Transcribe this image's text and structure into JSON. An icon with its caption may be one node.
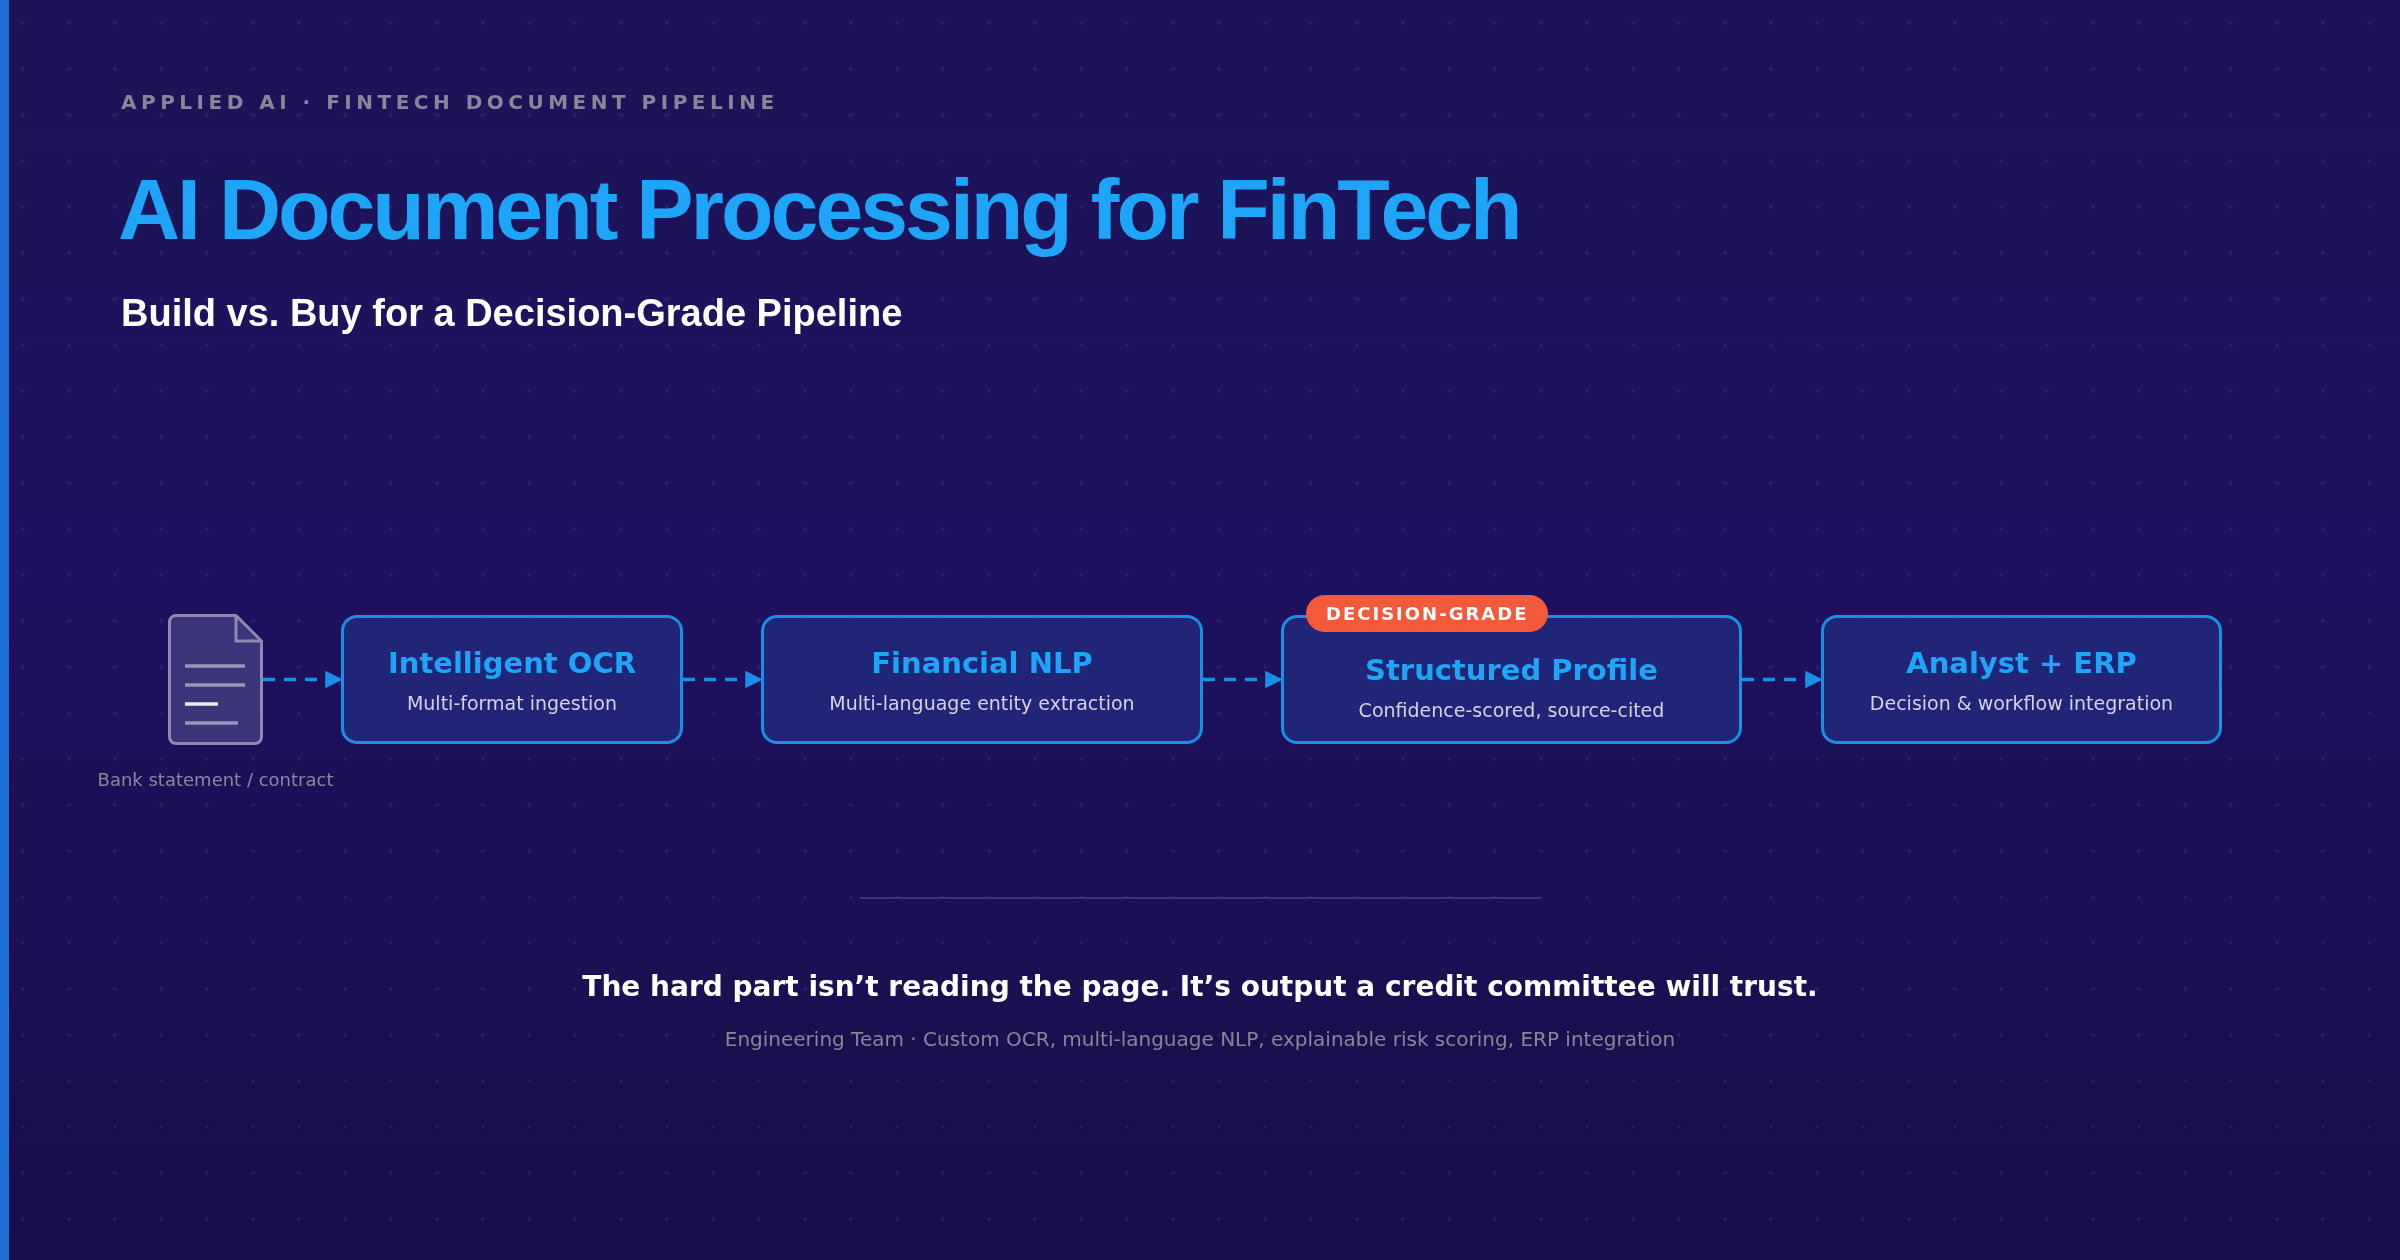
{
  "diagram": {
    "title": "AI Document Processing for FinTech",
    "nodes": [
      {
        "text": [],
        "shape": "document",
        "beside": [
          "Bank statement / contract"
        ]
      },
      {
        "text": [
          "Intelligent OCR",
          "Multi-format ingestion"
        ]
      },
      {
        "text": [
          "Financial NLP",
          "Multi-language entity extraction"
        ]
      },
      {
        "text": [
          "Structured Profile",
          "Confidence-scored, source-cited"
        ],
        "beside": [
          "DECISION-GRADE"
        ]
      },
      {
        "text": [
          "Analyst + ERP",
          "Decision & workflow integration"
        ]
      }
    ],
    "edges": [
      {
        "from": 0,
        "to": 1,
        "arrow": "to",
        "style": "dashed"
      },
      {
        "from": 1,
        "to": 2,
        "arrow": "to",
        "style": "dashed"
      },
      {
        "from": 2,
        "to": 3,
        "arrow": "to",
        "style": "dashed"
      },
      {
        "from": 3,
        "to": 4,
        "arrow": "to",
        "style": "dashed"
      }
    ],
    "labels": [
      "APPLIED AI · FINTECH DOCUMENT PIPELINE",
      "Build vs. Buy for a Decision-Grade Pipeline",
      "The hard part isn’t reading the page. It’s output a credit committee will trust.",
      "Engineering Team · Custom OCR, multi-language NLP, explainable risk scoring, ERP integration"
    ]
  }
}
